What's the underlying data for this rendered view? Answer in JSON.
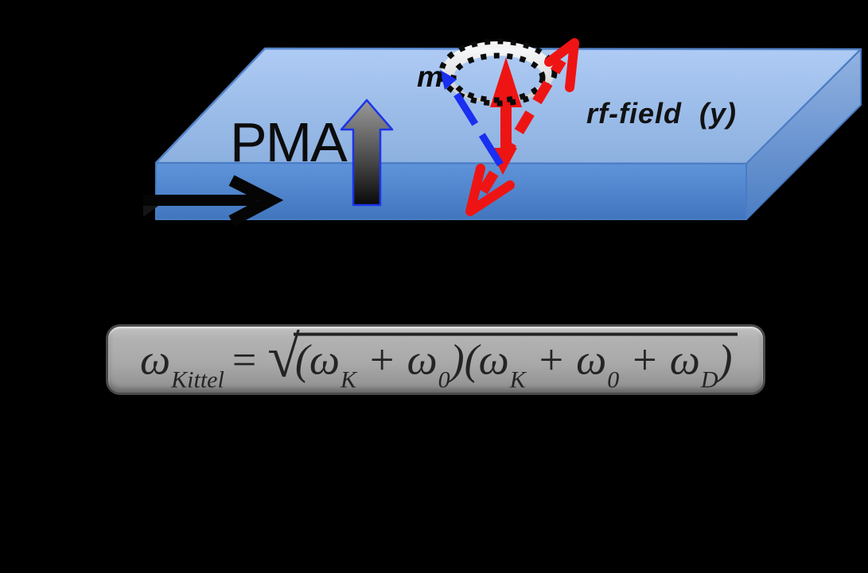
{
  "scene": {
    "background": "#000000",
    "labels": {
      "pma": "PMA",
      "m_vector": "m",
      "rf_field": "rf-field  (y)"
    },
    "colors": {
      "slab_top_light": "#aecbf4",
      "slab_top_dark": "#8cb0df",
      "slab_front_light": "#6094da",
      "slab_front_dark": "#4176bf",
      "slab_side_light": "#93b3e2",
      "slab_side_dark": "#4c7ec3",
      "slab_edge": "#4d7ec6",
      "current_arrow": "#050505",
      "red_arrow": "#ee1414",
      "blue_arrow": "#1a2ff0",
      "pma_arrow_outline": "#1b35e9",
      "ring_fill_top": "#ffffff",
      "ring_fill_bottom": "#c9c9c9",
      "ring_dots": "#0b0b0b",
      "formula_box_fill": "#a8a8a8",
      "formula_box_border": "#4a4a4a",
      "formula_text": "#242424"
    }
  },
  "formula": {
    "lhs_base": "ω",
    "lhs_sub": "Kittel",
    "equals": "=",
    "radical": "√",
    "g1": "(ω",
    "g1_sub": "K",
    "g2": " + ω",
    "g2_sub": "0",
    "g3": ")(ω",
    "g3_sub": "K",
    "g4": " + ω",
    "g4_sub": "0",
    "g5": " + ω",
    "g5_sub": "D",
    "g6": ")"
  }
}
